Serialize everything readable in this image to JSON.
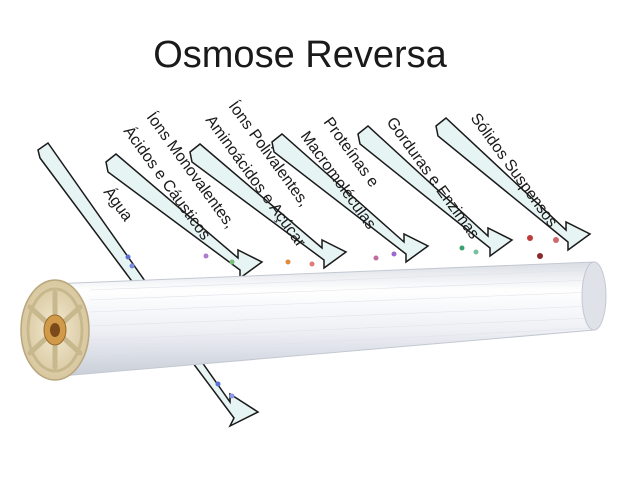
{
  "title": "Osmose Reversa",
  "labels": {
    "water": "Água",
    "monovalent_1": "Íons Monovalentes,",
    "monovalent_2": "Ácidos e Cáusticos",
    "polyvalent_1": "Íons Polivalentes,",
    "polyvalent_2": "Aminoácidos e Açúcar",
    "proteins_1": "Proteínas e",
    "proteins_2": "Macromoléculas",
    "fats": "Gorduras e Enzimas",
    "solids": "Sólidos Suspensos"
  },
  "colors": {
    "channel_fill": "#e6f4f4",
    "channel_stroke": "#1a1a1a",
    "membrane": "#eef0f4",
    "end_cap": "#e8dcc0"
  }
}
